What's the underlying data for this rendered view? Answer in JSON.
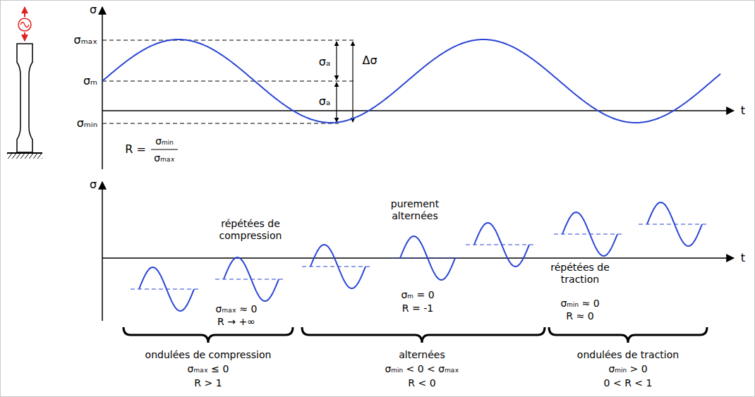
{
  "diagram": {
    "labels": [
      "σ",
      "σₘₐₓ",
      "σₘ",
      "σₘᵢₙ",
      "σₐ",
      "σₐ",
      "Δσ",
      "t",
      "R =",
      "σₘᵢₙ",
      "σₘₐₓ",
      "σ",
      "t",
      "répétées de compression",
      "σₘₐₓ ≈ 0",
      "R → +∞",
      "purement alternées",
      "σₘ = 0",
      "R = -1",
      "répétées de traction",
      "σₘᵢₙ ≈ 0",
      "R ≈ 0",
      "ondulées de compression",
      "σₘₐₓ ≤ 0",
      "R > 1",
      "alternées",
      "σₘᵢₙ < 0 < σₘₐₓ",
      "R < 0",
      "ondulées de traction",
      "σₘᵢₙ > 0",
      "0 < R < 1"
    ]
  }
}
